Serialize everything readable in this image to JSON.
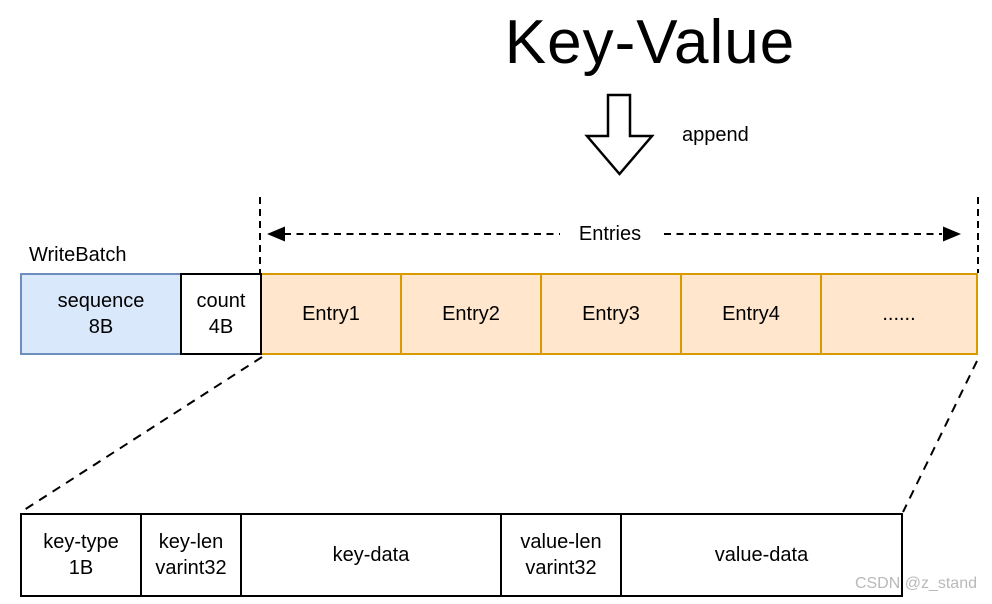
{
  "title": "Key-Value",
  "append_label": "append",
  "entries_label": "Entries",
  "writebatch_label": "WriteBatch",
  "writebatch_row": {
    "sequence": {
      "line1": "sequence",
      "line2": "8B"
    },
    "count": {
      "line1": "count",
      "line2": "4B"
    },
    "entries": [
      "Entry1",
      "Entry2",
      "Entry3",
      "Entry4",
      "......"
    ]
  },
  "entry_row": {
    "key_type": {
      "line1": "key-type",
      "line2": "1B"
    },
    "key_len": {
      "line1": "key-len",
      "line2": "varint32"
    },
    "key_data": {
      "line1": "key-data"
    },
    "value_len": {
      "line1": "value-len",
      "line2": "varint32"
    },
    "value_data": {
      "line1": "value-data"
    }
  },
  "watermark": "CSDN @z_stand",
  "colors": {
    "sequence_fill": "#dae8fc",
    "sequence_border": "#6c8ebf",
    "entry_fill": "#ffe6cc",
    "entry_border": "#d79b00",
    "plain_border": "#000000",
    "watermark_text": "#b9b9b9"
  }
}
